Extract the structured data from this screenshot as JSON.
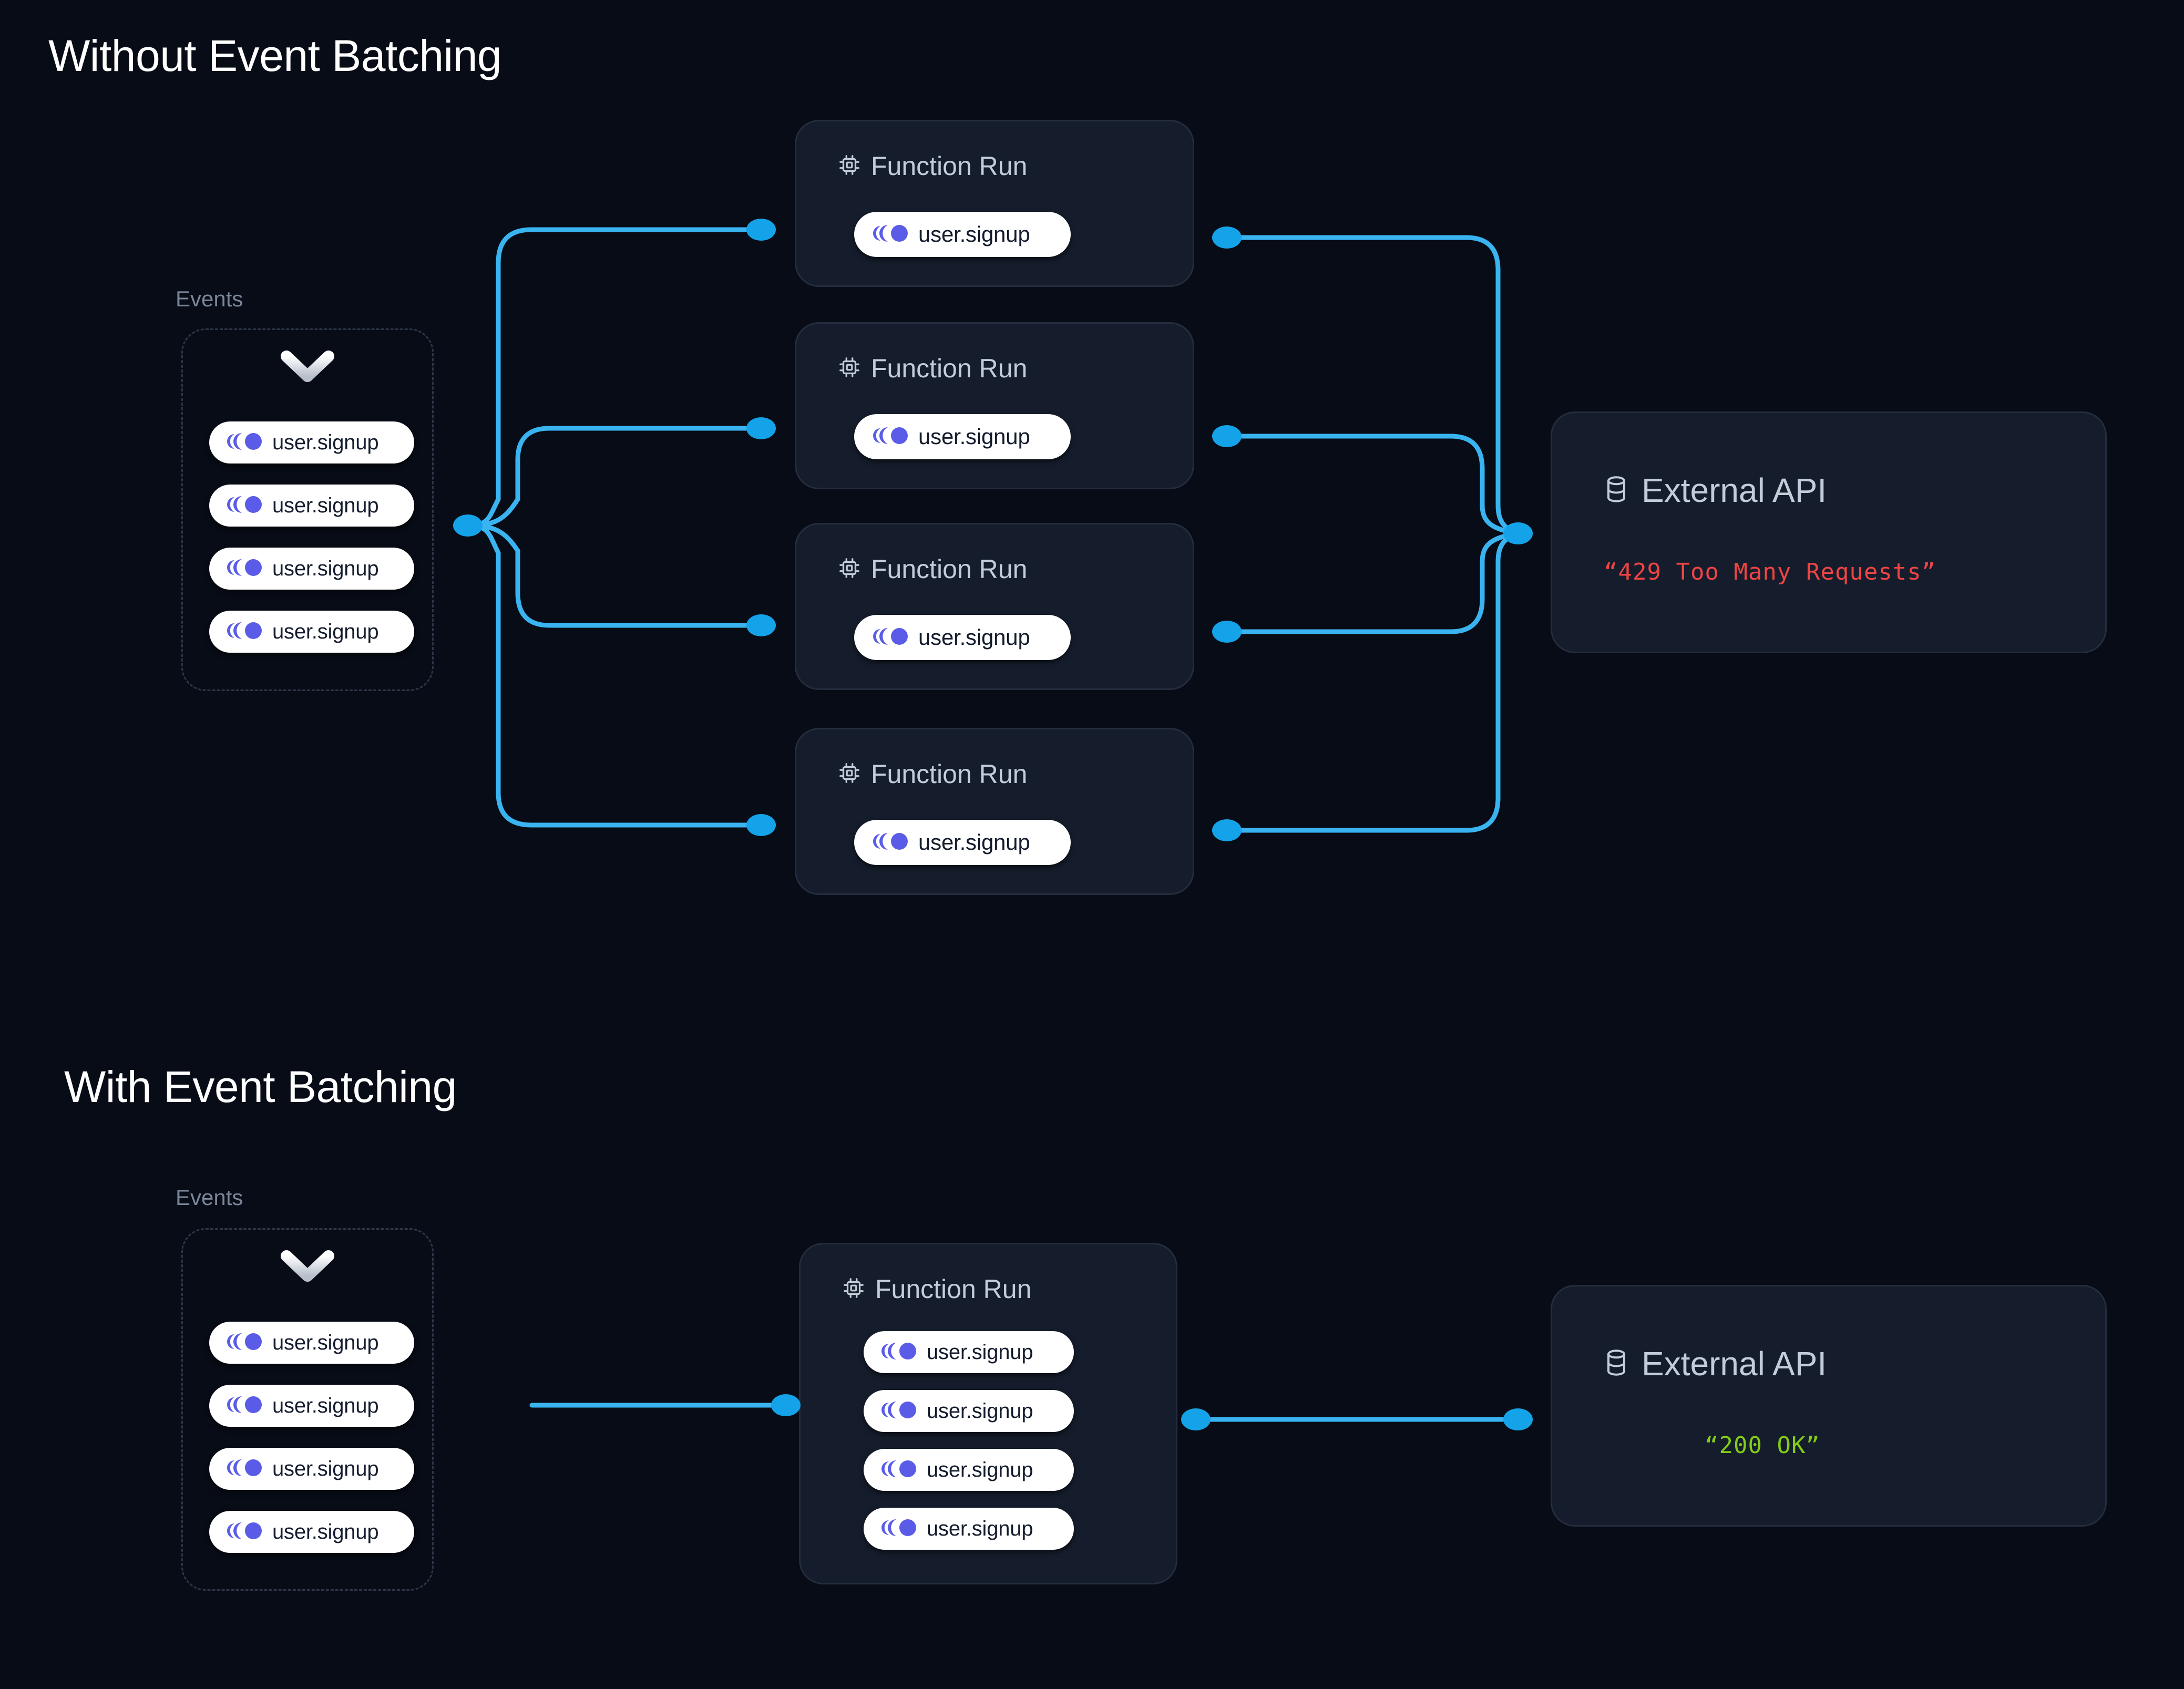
{
  "page": {
    "background": "#080c16",
    "accent_wire": "#39b4f0",
    "node_dot": "#14a3e8",
    "card_bg": "#151d2c",
    "card_border": "#242d3e",
    "event_icon_color": "#5a5ce8",
    "error_color": "#ef4444",
    "success_color": "#84cc16"
  },
  "sections": [
    {
      "title": "Without Event Batching",
      "events_label": "Events",
      "chevron_icon": "chevron-down-icon",
      "events": [
        {
          "label": "user.signup",
          "icon": "event-signal-icon"
        },
        {
          "label": "user.signup",
          "icon": "event-signal-icon"
        },
        {
          "label": "user.signup",
          "icon": "event-signal-icon"
        },
        {
          "label": "user.signup",
          "icon": "event-signal-icon"
        }
      ],
      "function_runs": [
        {
          "title": "Function Run",
          "icon": "cpu-chip-icon",
          "events": [
            {
              "label": "user.signup"
            }
          ]
        },
        {
          "title": "Function Run",
          "icon": "cpu-chip-icon",
          "events": [
            {
              "label": "user.signup"
            }
          ]
        },
        {
          "title": "Function Run",
          "icon": "cpu-chip-icon",
          "events": [
            {
              "label": "user.signup"
            }
          ]
        },
        {
          "title": "Function Run",
          "icon": "cpu-chip-icon",
          "events": [
            {
              "label": "user.signup"
            }
          ]
        }
      ],
      "api": {
        "title": "External API",
        "icon": "database-icon",
        "status": "“429 Too Many Requests”",
        "status_color": "#ef4444"
      }
    },
    {
      "title": "With Event Batching",
      "events_label": "Events",
      "chevron_icon": "chevron-down-icon",
      "events": [
        {
          "label": "user.signup",
          "icon": "event-signal-icon"
        },
        {
          "label": "user.signup",
          "icon": "event-signal-icon"
        },
        {
          "label": "user.signup",
          "icon": "event-signal-icon"
        },
        {
          "label": "user.signup",
          "icon": "event-signal-icon"
        }
      ],
      "function_runs": [
        {
          "title": "Function Run",
          "icon": "cpu-chip-icon",
          "events": [
            {
              "label": "user.signup"
            },
            {
              "label": "user.signup"
            },
            {
              "label": "user.signup"
            },
            {
              "label": "user.signup"
            }
          ]
        }
      ],
      "api": {
        "title": "External API",
        "icon": "database-icon",
        "status": "“200 OK”",
        "status_color": "#84cc16"
      }
    }
  ]
}
